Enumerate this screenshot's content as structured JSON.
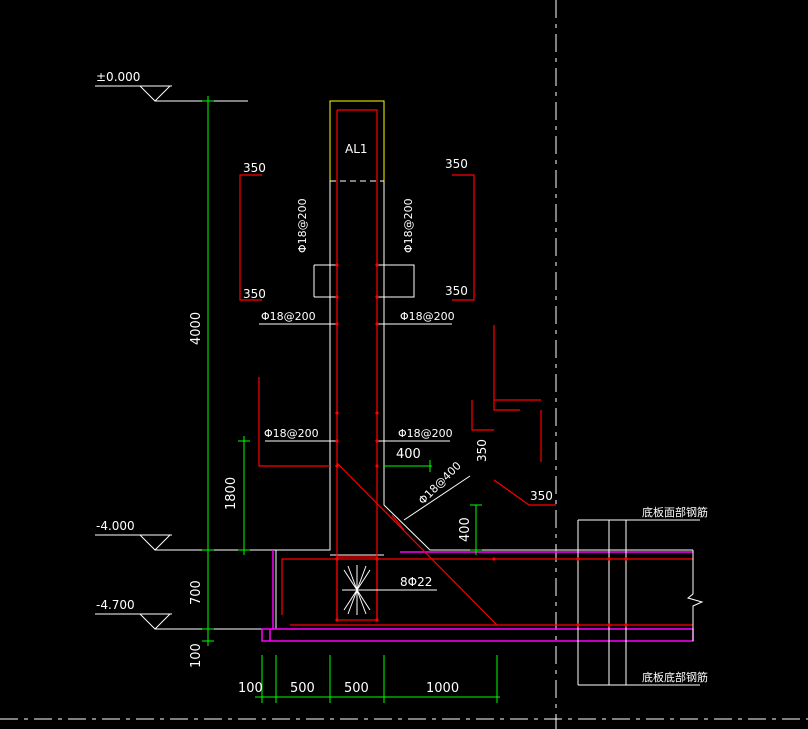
{
  "elevations": {
    "top": "±0.000",
    "mid": "-4.000",
    "bottom": "-4.700"
  },
  "beam_label": "AL1",
  "rebar": {
    "left_vertical": "Φ18@200",
    "right_vertical": "Φ18@200",
    "left_upper": "Φ18@200",
    "right_upper": "Φ18@200",
    "left_lower": "Φ18@200",
    "right_lower": "Φ18@200",
    "diagonal": "Φ18@400",
    "column_bars": "8Φ22"
  },
  "lengths": {
    "left_top": "350",
    "left_bottom": "350",
    "right_top": "350",
    "right_bottom": "350",
    "right_hook": "350",
    "right_hook_tail": "350"
  },
  "dimensions": {
    "wall_height": "4000",
    "haunch_height": "1800",
    "slab_thickness": "700",
    "cushion": "100",
    "haunch_h": "400",
    "haunch_v": "400",
    "bottom": [
      "100",
      "500",
      "500",
      "1000"
    ]
  },
  "notes": {
    "top_rebar": "底板面部钢筋",
    "bottom_rebar": "底板底部钢筋"
  },
  "colors": {
    "rebar": "#ff0000",
    "dimension": "#00ff00",
    "outline": "#ffffff",
    "cushion": "#ff00ff",
    "frame": "#ffff00"
  }
}
